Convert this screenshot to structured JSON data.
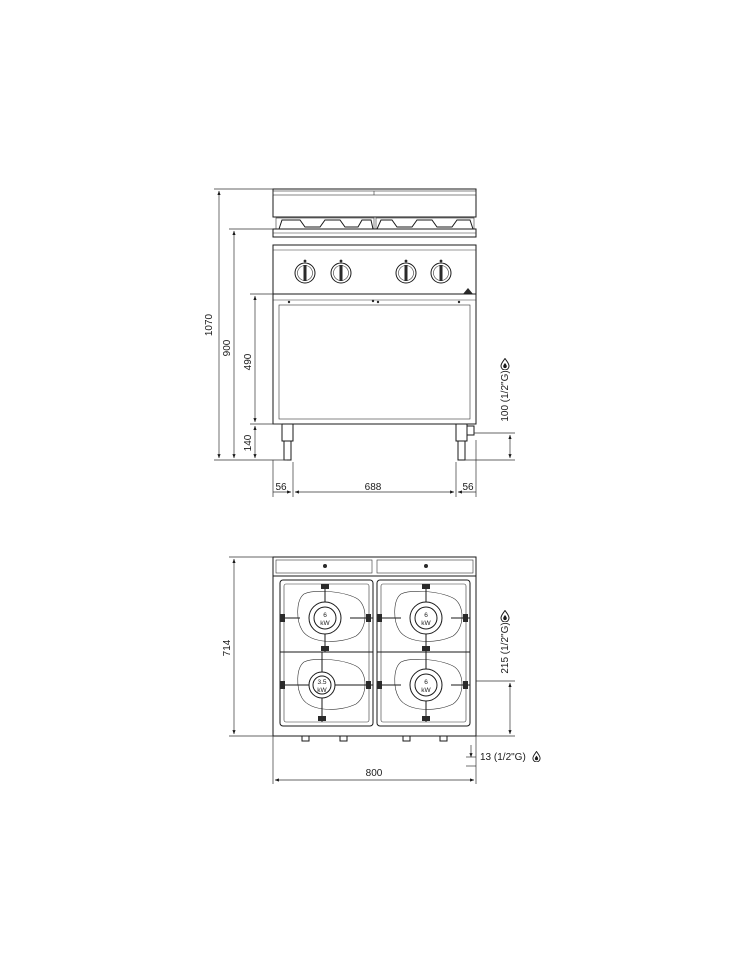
{
  "front_view": {
    "dims": {
      "total_height": "1070",
      "work_height": "900",
      "cabinet_height": "490",
      "leg_height": "140",
      "side_gap_left": "56",
      "inner_width": "688",
      "side_gap_right": "56",
      "gas_connection_height": "100 (1/2\"G)"
    }
  },
  "top_view": {
    "dims": {
      "depth": "714",
      "gas_connection_depth": "215 (1/2\"G)",
      "gas_connection_offset": "13 (1/2\"G)",
      "width": "800"
    },
    "burners": [
      {
        "power": "6",
        "unit": "kW"
      },
      {
        "power": "6",
        "unit": "kW"
      },
      {
        "power": "3.5",
        "unit": "kW"
      },
      {
        "power": "6",
        "unit": "kW"
      }
    ]
  }
}
